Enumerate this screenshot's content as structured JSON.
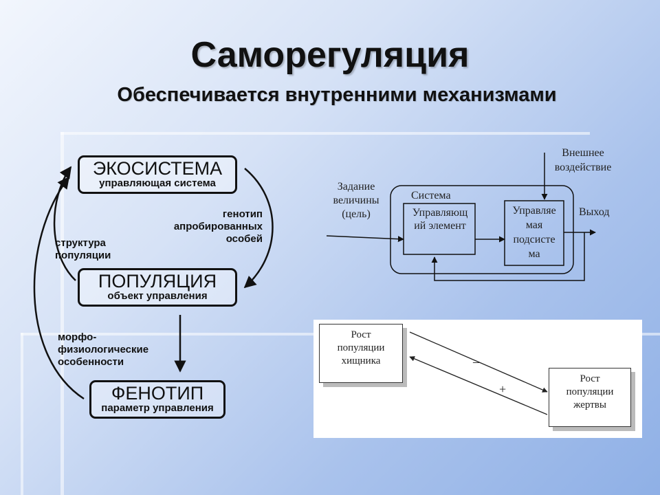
{
  "slide": {
    "title": "Саморегуляция",
    "subtitle": "Обеспечивается внутренними механизмами"
  },
  "cycle": {
    "nodes": {
      "ecosystem": {
        "title": "ЭКОСИСТЕМА",
        "subtitle": "управляющая система"
      },
      "population": {
        "title": "ПОПУЛЯЦИЯ",
        "subtitle": "объект управления"
      },
      "phenotype": {
        "title": "ФЕНОТИП",
        "subtitle": "параметр управления"
      }
    },
    "labels": {
      "genotype": [
        "генотип",
        "апробированных",
        "особей"
      ],
      "structure": [
        "структура",
        "популяции"
      ],
      "morpho": [
        "морфо-",
        "физиологические",
        "особенности"
      ]
    }
  },
  "control": {
    "input": [
      "Задание",
      "величины",
      "(цель)"
    ],
    "system_label": "Система",
    "controller": [
      "Управляющ",
      "ий элемент"
    ],
    "controlled": [
      "Управляе",
      "мая",
      "подсисте",
      "ма"
    ],
    "disturbance": [
      "Внешнее",
      "воздействие"
    ],
    "output": "Выход"
  },
  "predator_prey": {
    "predator": [
      "Рост",
      "популяции",
      "хищника"
    ],
    "prey": [
      "Рост",
      "популяции",
      "жертвы"
    ],
    "sign_minus": "–",
    "sign_plus": "+"
  }
}
